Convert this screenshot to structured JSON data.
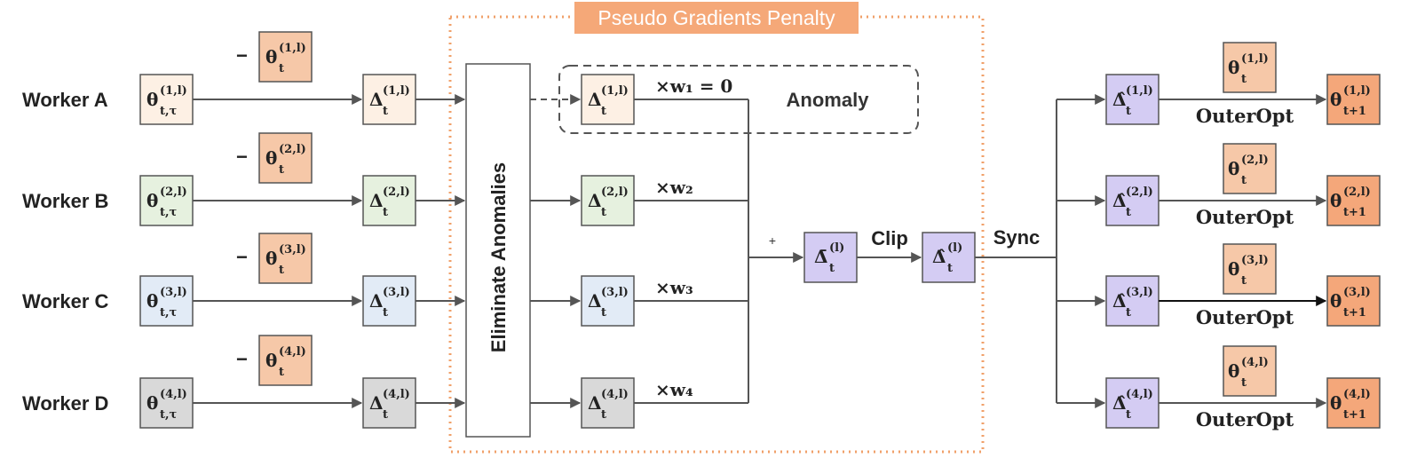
{
  "title": "Pseudo Gradients Penalty",
  "workers": [
    {
      "name": "Worker A",
      "theta_local": "θ",
      "sub": "(1,l)",
      "subscript": "t,τ",
      "theta_prev": "θ",
      "delta": "Δ",
      "minus": "−"
    },
    {
      "name": "Worker B",
      "theta_local": "θ",
      "sub": "(2,l)",
      "subscript": "t,τ",
      "theta_prev": "θ",
      "delta": "Δ",
      "minus": "−"
    },
    {
      "name": "Worker C",
      "theta_local": "θ",
      "sub": "(3,l)",
      "subscript": "t,τ",
      "theta_prev": "θ",
      "delta": "Δ",
      "minus": "−"
    },
    {
      "name": "Worker D",
      "theta_local": "θ",
      "sub": "(4,l)",
      "subscript": "t,τ",
      "theta_prev": "θ",
      "delta": "Δ",
      "minus": "−"
    }
  ],
  "eliminate_label": "Eliminate Anomalies",
  "weights": [
    "×w₁ = 0",
    "×w₂",
    "×w₃",
    "×w₄"
  ],
  "anomaly_label": "Anomaly",
  "plus_label": "+",
  "clip_label": "Clip",
  "sync_label": "Sync",
  "outer_opt_label": "OuterOpt",
  "outputs_sub": [
    "(1,l)",
    "(2,l)",
    "(3,l)",
    "(4,l)"
  ],
  "output_subscript": "t+1",
  "colors": {
    "worker_a": "#fdf0e4",
    "worker_b": "#e6f1df",
    "worker_c": "#e2ebf6",
    "worker_d": "#d9d9d9",
    "theta_prev": "#f6c8a8",
    "purple": "#d4ccf3",
    "output": "#f4a77a",
    "title_bg": "#f5a878",
    "dotted_border": "#f0a06a",
    "dashed_border": "#555555"
  }
}
